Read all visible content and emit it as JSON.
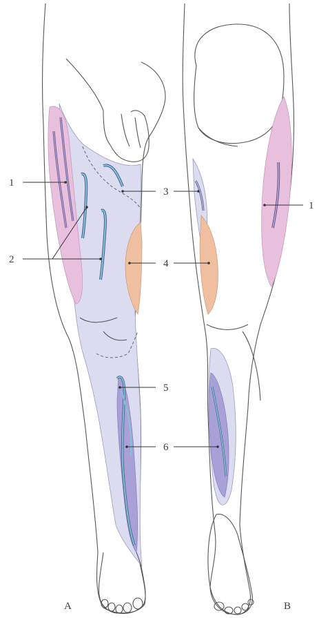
{
  "figure": {
    "panel_a_label": "A",
    "panel_b_label": "B"
  },
  "labels": {
    "a_1": "1",
    "a_2": "2",
    "a_3": "3",
    "a_4": "4",
    "a_5": "5",
    "a_6": "6",
    "b_1": "1"
  },
  "colors": {
    "lilac_region": "#dcdcf0",
    "pink_region": "#e8bfdc",
    "orange_region": "#efbf9f",
    "purple_region": "#a9a0d8",
    "vein": "#7fc9d6",
    "vein_outline": "#4e5a8a",
    "outline": "#555555"
  }
}
